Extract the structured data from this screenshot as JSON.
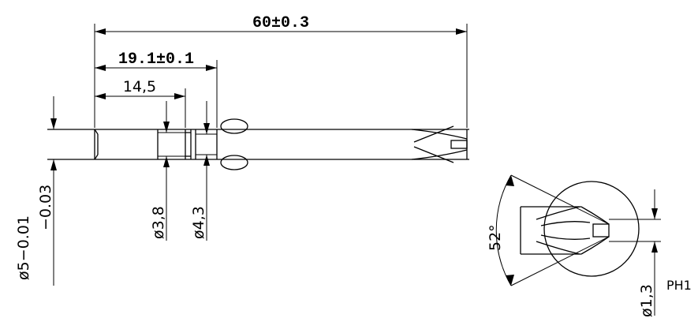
{
  "dimensions": {
    "overall_length": "60±0.3",
    "tip_length": "19.1±0.1",
    "shank_length": "14,5",
    "shank_diameter_main": "ø5−0.01",
    "shank_diameter_tol": "−0.03",
    "groove_diameter": "ø3,8",
    "collar_diameter": "ø4,3",
    "tip_angle": "52°",
    "tip_width": "ø1,3",
    "tip_size": "PH1"
  }
}
